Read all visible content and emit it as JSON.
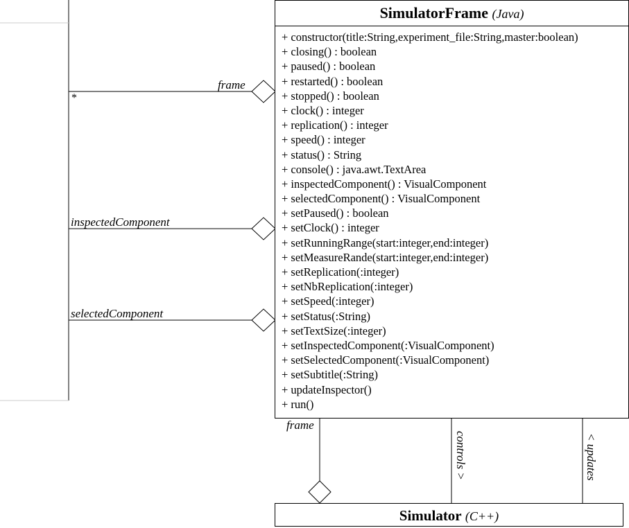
{
  "simulator_frame": {
    "name": "SimulatorFrame",
    "language": "(Java)",
    "methods": [
      "+ constructor(title:String,experiment_file:String,master:boolean)",
      "+ closing() : boolean",
      "+ paused() : boolean",
      "+ restarted() : boolean",
      "+ stopped() : boolean",
      "+ clock() : integer",
      "+ replication() : integer",
      "+ speed() : integer",
      "+ status() : String",
      "+ console() : java.awt.TextArea",
      "+ inspectedComponent() : VisualComponent",
      "+ selectedComponent() : VisualComponent",
      "+ setPaused() : boolean",
      "+ setClock() : integer",
      "+ setRunningRange(start:integer,end:integer)",
      "+ setMeasureRande(start:integer,end:integer)",
      "+ setReplication(:integer)",
      "+ setNbReplication(:integer)",
      "+ setSpeed(:integer)",
      "+ setStatus(:String)",
      "+ setTextSize(:integer)",
      "+ setInspectedComponent(:VisualComponent)",
      "+ setSelectedComponent(:VisualComponent)",
      "+ setSubtitle(:String)",
      "+ updateInspector()",
      "+ run()"
    ]
  },
  "simulator": {
    "name": "Simulator",
    "language": "(C++)"
  },
  "associations": {
    "frame_left": {
      "role": "frame",
      "multiplicity": "*"
    },
    "inspected": {
      "role": "inspectedComponent"
    },
    "selected": {
      "role": "selectedComponent"
    },
    "frame_bottom": {
      "role": "frame"
    },
    "controls": {
      "label": "controls >"
    },
    "updates": {
      "label": "< updates"
    }
  }
}
